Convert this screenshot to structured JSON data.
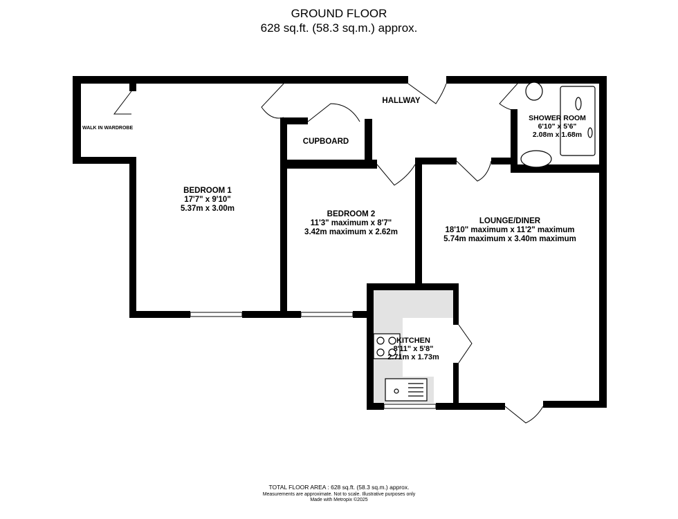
{
  "header": {
    "title": "GROUND FLOOR",
    "area": "628 sq.ft. (58.3 sq.m.) approx."
  },
  "rooms": {
    "wardrobe": {
      "name": "WALK IN WARDROBE"
    },
    "bedroom1": {
      "name": "BEDROOM 1",
      "imperial": "17'7\"  x 9'10\"",
      "metric": "5.37m  x 3.00m"
    },
    "cupboard": {
      "name": "CUPBOARD"
    },
    "hallway": {
      "name": "HALLWAY"
    },
    "shower": {
      "name": "SHOWER ROOM",
      "imperial": "6'10\"  x 5'6\"",
      "metric": "2.08m  x 1.68m"
    },
    "bedroom2": {
      "name": "BEDROOM 2",
      "imperial": "11'3\" maximum x 8'7\"",
      "metric": "3.42m maximum x 2.62m"
    },
    "lounge": {
      "name": "LOUNGE/DINER",
      "imperial": "18'10\" maximum x 11'2\" maximum",
      "metric": "5.74m maximum x 3.40m maximum"
    },
    "kitchen": {
      "name": "KITCHEN",
      "imperial": "8'11\"  x 5'8\"",
      "metric": "2.71m  x 1.73m"
    }
  },
  "footer": {
    "total": "TOTAL FLOOR AREA : 628 sq.ft. (58.3 sq.m.) approx.",
    "note": "Measurements are approximate.  Not to scale.  Illustrative purposes only",
    "made": "Made with Metropix ©2025"
  },
  "colors": {
    "wall": "#000000",
    "kitchen_counter": "#e3e3e3"
  }
}
